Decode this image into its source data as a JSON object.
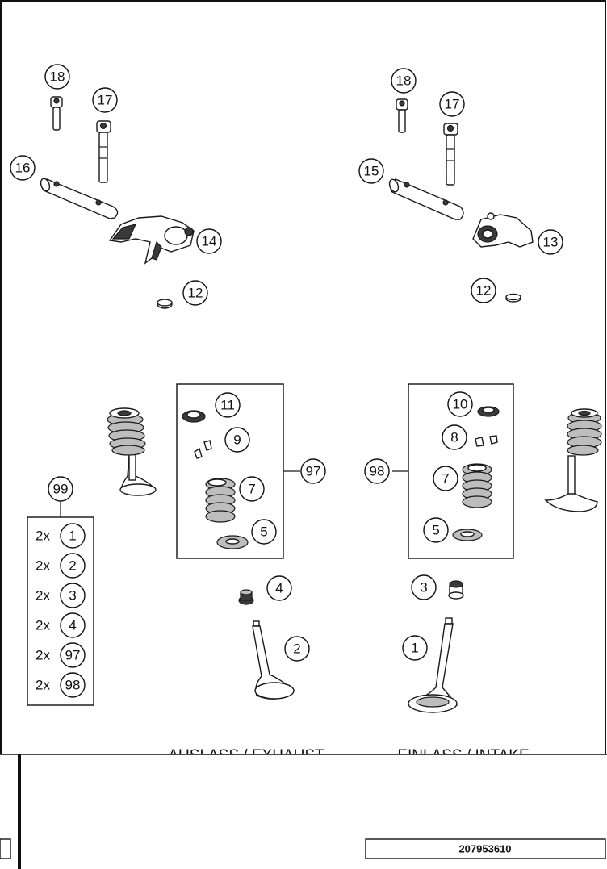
{
  "callouts": {
    "c18_left": "18",
    "c17_left": "17",
    "c16": "16",
    "c14": "14",
    "c12_left": "12",
    "c18_right": "18",
    "c17_right": "17",
    "c15": "15",
    "c13": "13",
    "c12_right": "12",
    "c11": "11",
    "c9": "9",
    "c7_left": "7",
    "c5_left": "5",
    "c97": "97",
    "c10": "10",
    "c8": "8",
    "c7_right": "7",
    "c5_right": "5",
    "c98": "98",
    "c99": "99",
    "c4": "4",
    "c3": "3",
    "c2": "2",
    "c1": "1"
  },
  "kit_list": [
    {
      "qty": "2x",
      "part": "1"
    },
    {
      "qty": "2x",
      "part": "2"
    },
    {
      "qty": "2x",
      "part": "3"
    },
    {
      "qty": "2x",
      "part": "4"
    },
    {
      "qty": "2x",
      "part": "97"
    },
    {
      "qty": "2x",
      "part": "98"
    }
  ],
  "captions": {
    "exhaust": "AUSLASS / EXHAUST",
    "intake": "EINLASS / INTAKE"
  },
  "document_number": "207953610"
}
